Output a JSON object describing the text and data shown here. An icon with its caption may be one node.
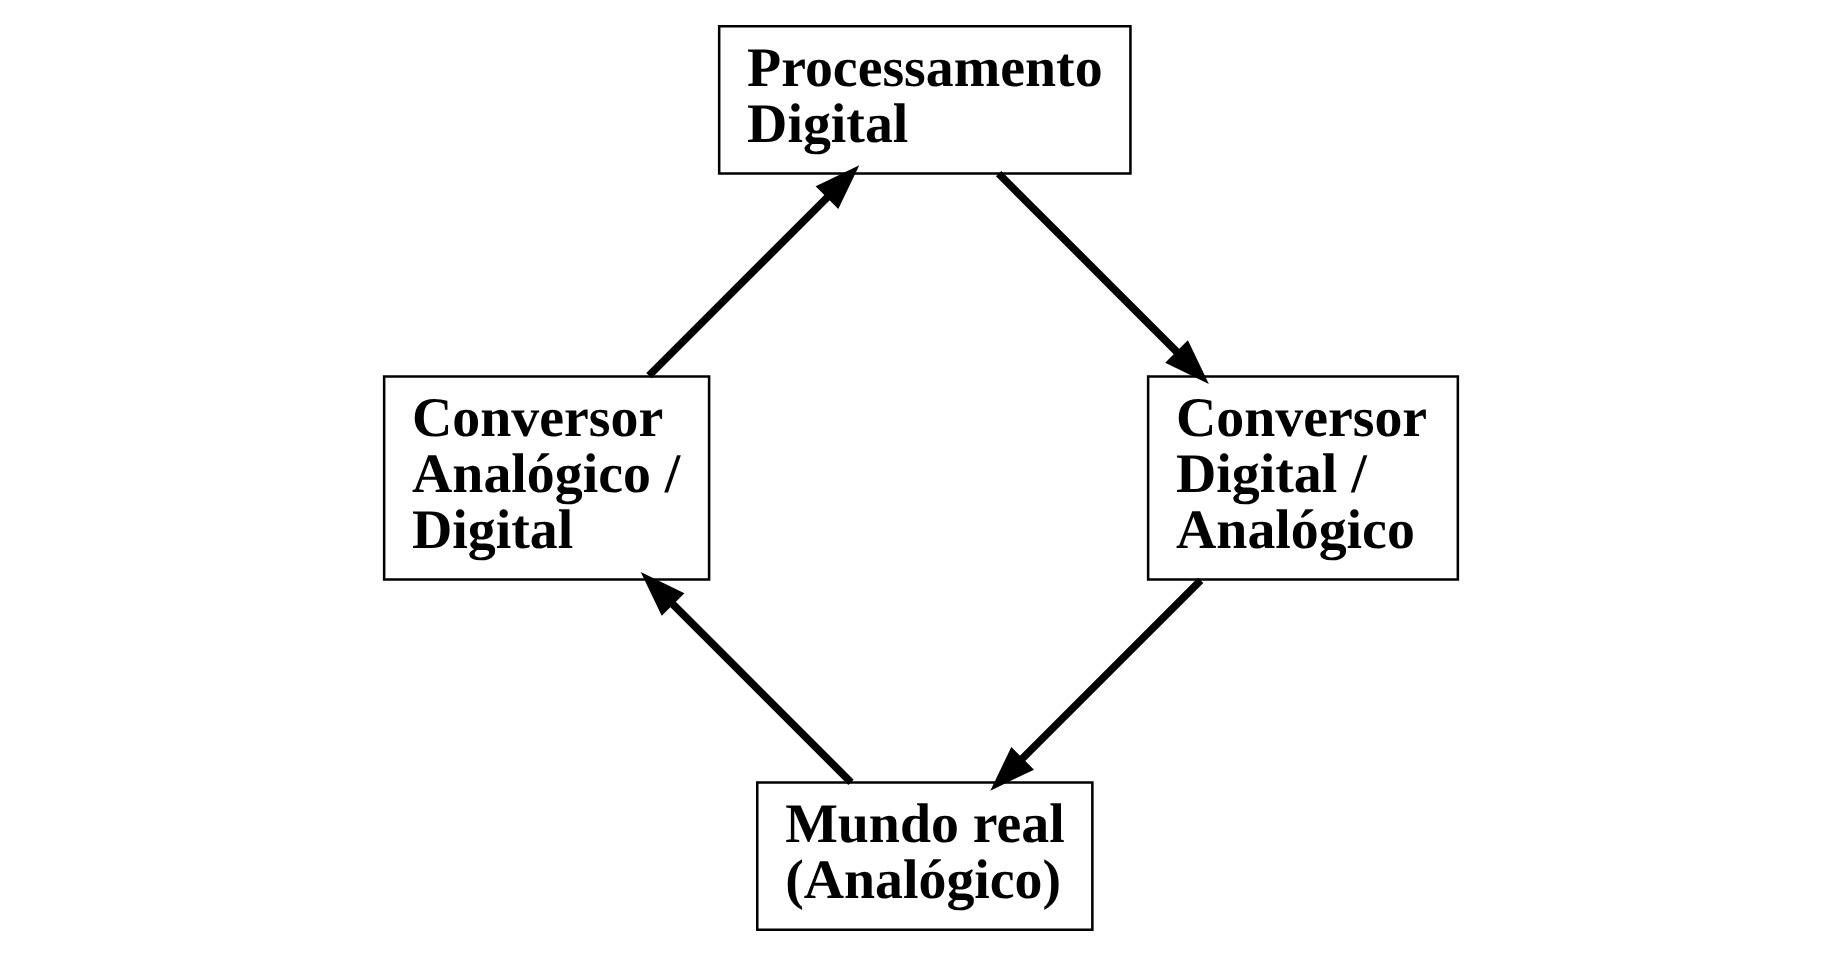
{
  "diagram": {
    "nodes": [
      {
        "text": [
          "Mundo real (Analógico)"
        ]
      },
      {
        "text": [
          "Conversor Analógico / Digital"
        ]
      },
      {
        "text": [
          "Processamento Digital"
        ]
      },
      {
        "text": [
          "Conversor Digital / Analógico"
        ]
      }
    ],
    "edges": [
      {
        "from": 0,
        "to": 1,
        "arrow": "to"
      },
      {
        "from": 1,
        "to": 2,
        "arrow": "to"
      },
      {
        "from": 2,
        "to": 3,
        "arrow": "to"
      },
      {
        "from": 3,
        "to": 0,
        "arrow": "to"
      }
    ]
  }
}
